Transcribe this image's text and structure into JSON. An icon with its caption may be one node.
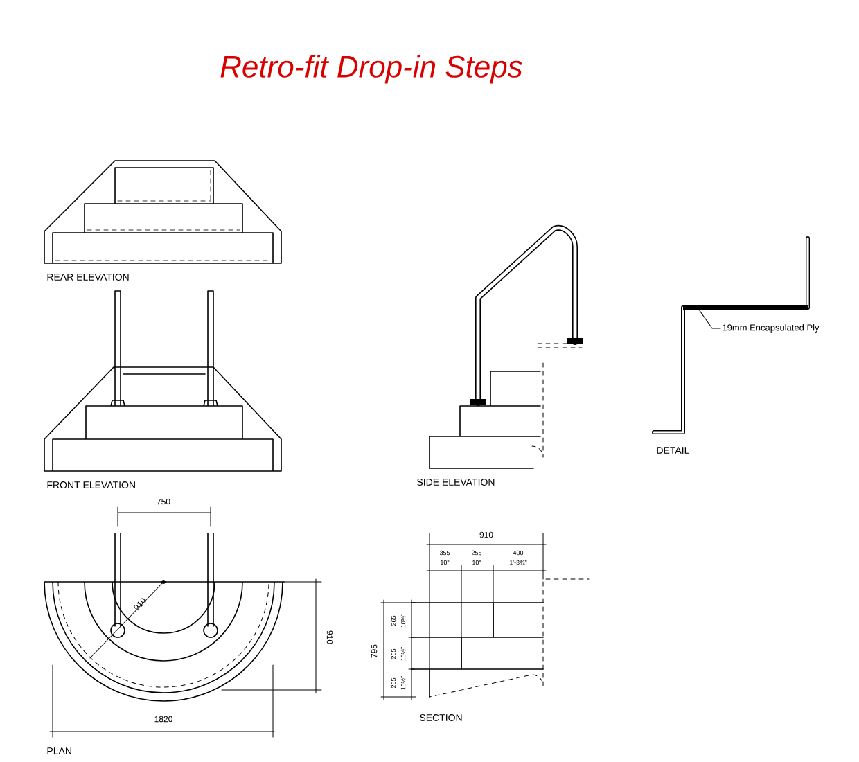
{
  "diagram": {
    "title": "Retro-fit Drop-in Steps",
    "nodes": [
      {
        "text": [
          "19mm Encapsulated Ply"
        ]
      },
      {
        "text": [],
        "shape": "bar"
      }
    ],
    "edges": [
      {
        "from": 0,
        "to": 1,
        "arrow": "none"
      }
    ],
    "labels": [
      "REAR ELEVATION",
      "FRONT ELEVATION",
      "SIDE ELEVATION",
      "DETAIL",
      "750",
      "910",
      "910",
      "1820",
      "PLAN",
      "910",
      "355",
      "10\"",
      "255",
      "10\"",
      "400",
      "1'-3¾\"",
      "795",
      "265",
      "10½\"",
      "265",
      "10½\"",
      "265",
      "10½\"",
      "SECTION"
    ]
  }
}
